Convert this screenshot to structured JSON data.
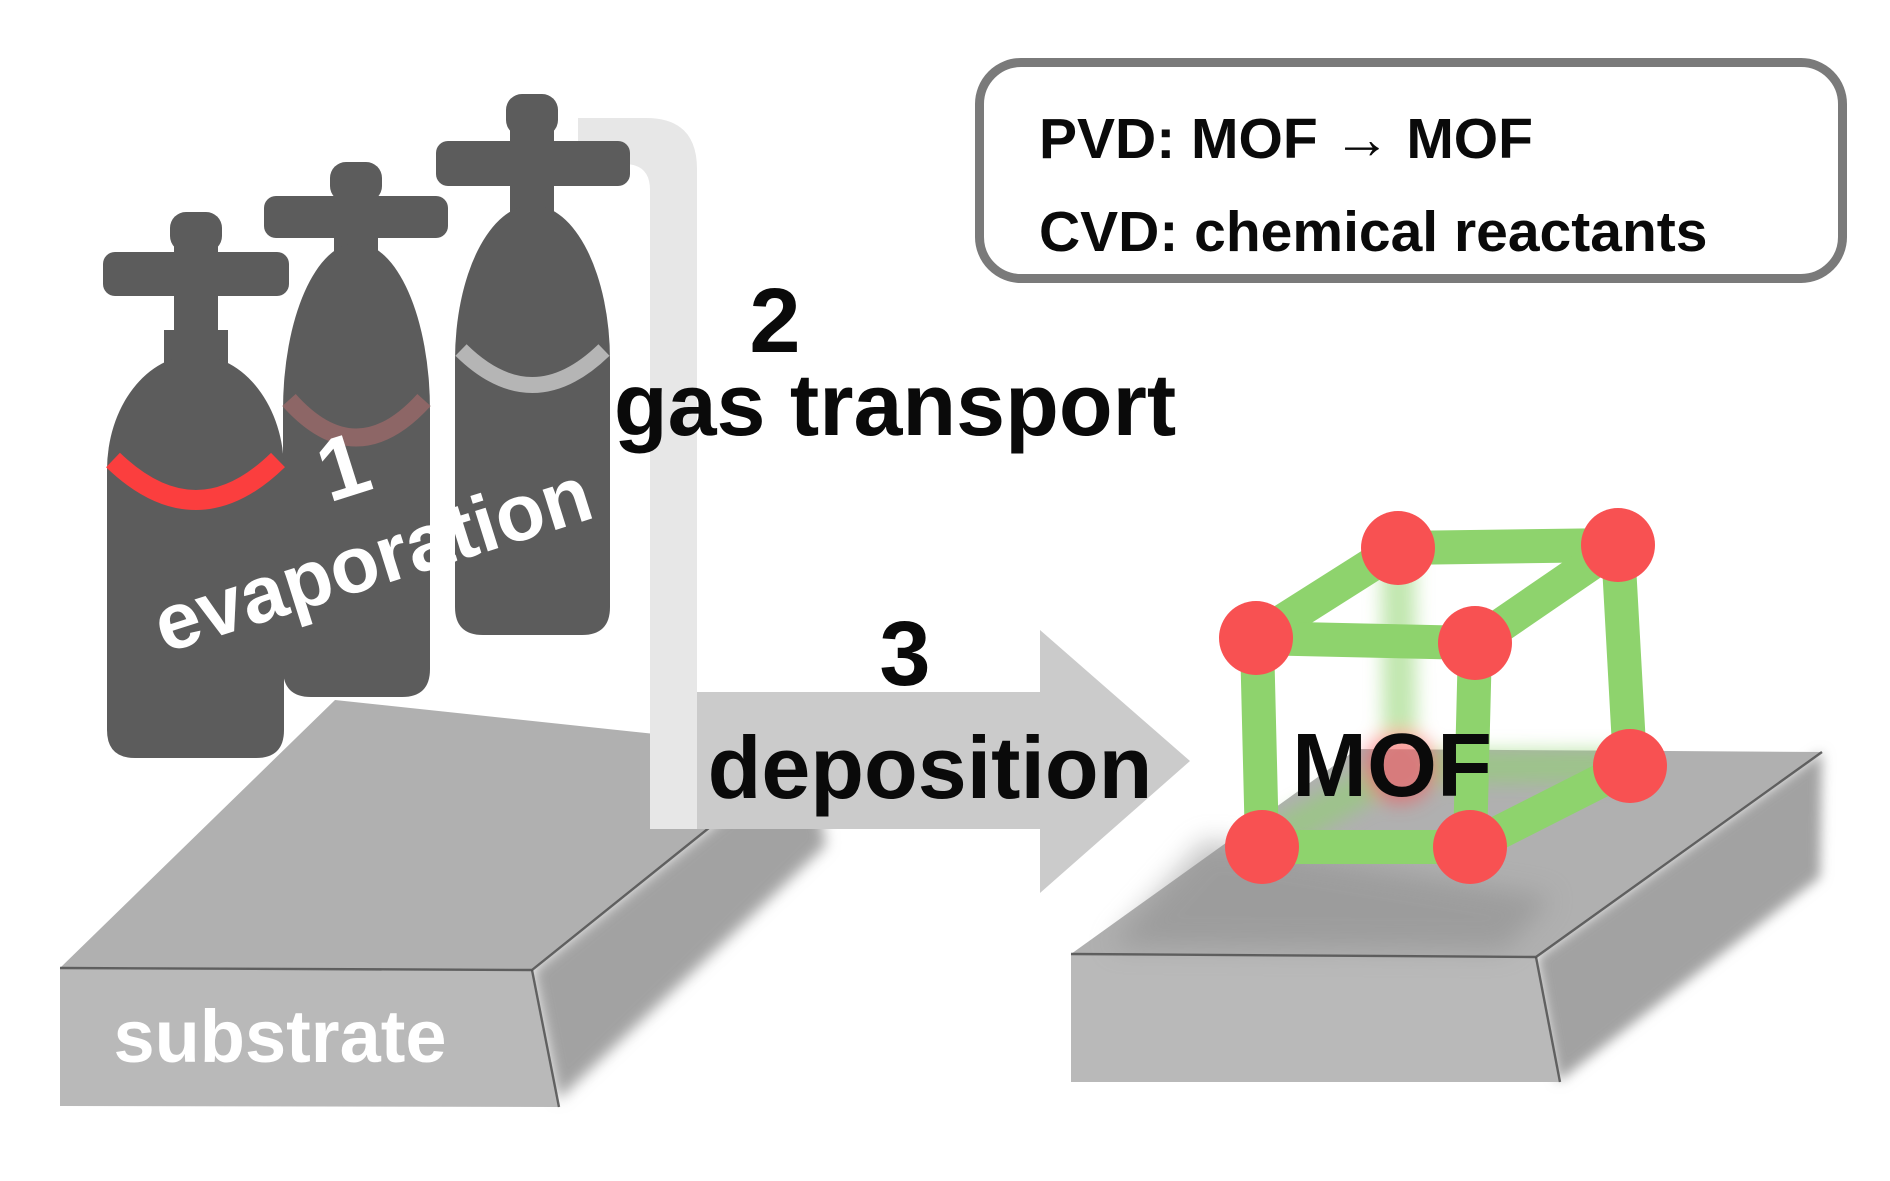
{
  "info_box": {
    "line1": "PVD: MOF → MOF",
    "line2": "CVD: chemical reactants"
  },
  "steps": [
    {
      "number": "1",
      "label": "evaporation"
    },
    {
      "number": "2",
      "label": "gas transport"
    },
    {
      "number": "3",
      "label": "deposition"
    }
  ],
  "mof_label": "MOF",
  "substrate_label": "substrate",
  "colors": {
    "bottle-gray": "#5c5c5c",
    "ring-red": "#fb3e3e",
    "ring-maroon": "#8d6666",
    "ring-gray": "#b5b5b5",
    "pipe-gray": "#e7e7e7",
    "arrow-gray": "#cbcbcb",
    "slab-top": "#b0b0b0",
    "slab-front": "#b9b9b9",
    "slab-side": "#a2a2a2",
    "mof-green": "#8ed36d",
    "mof-red": "#f85152",
    "box-border": "#7a7a7a",
    "ink": "#0a0a0a",
    "label-white": "#ffffff",
    "edge-line": "#4f4f4f"
  }
}
